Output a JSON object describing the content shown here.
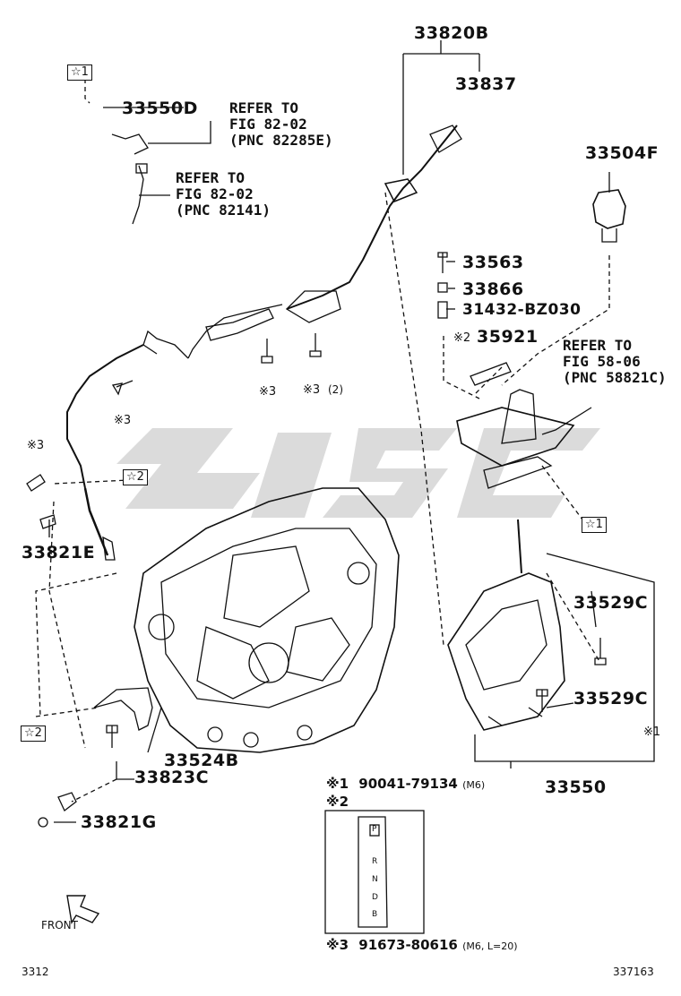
{
  "part_numbers": {
    "p33820B": "33820B",
    "p33837": "33837",
    "p33550D": "33550D",
    "p33504F": "33504F",
    "p33563": "33563",
    "p33866": "33866",
    "p31432": "31432-BZ030",
    "p35921": "35921",
    "p33821E": "33821E",
    "p33529C_a": "33529C",
    "p33529C_b": "33529C",
    "p33524B": "33524B",
    "p33823C": "33823C",
    "p33550": "33550",
    "p33821G": "33821G"
  },
  "refs": {
    "ref1": "REFER TO\nFIG 82-02\n(PNC 82285E)",
    "ref2": "REFER TO\nFIG 82-02\n(PNC 82141)",
    "ref3": "REFER TO\nFIG 58-06\n(PNC 58821C)"
  },
  "marks": {
    "star1_a": "☆1",
    "star1_b": "☆1",
    "star2_a": "☆2",
    "star2_b": "☆2",
    "k2_35921": "※2",
    "k3_left": "※3",
    "k3_mid1": "※3",
    "k3_mid2": "※3",
    "k3_mid2_qty": "(2)",
    "k3_low": "※3",
    "k1_right": "※1"
  },
  "notes": {
    "n1_mark": "※1",
    "n1_code": "90041-79134",
    "n1_size": "(M6)",
    "n2_mark": "※2",
    "n3_mark": "※3",
    "n3_code": "91673-80616",
    "n3_size": "(M6, L=20)"
  },
  "shift_plate": {
    "p": "P",
    "r": "R",
    "n": "N",
    "d": "D",
    "b": "B"
  },
  "front_label": "FRONT",
  "footer": {
    "left": "3312",
    "right": "337163"
  }
}
